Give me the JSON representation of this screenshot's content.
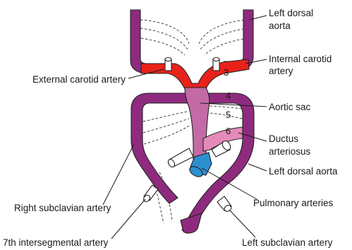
{
  "colors": {
    "dorsal_aorta": "#8e2b7e",
    "aortic_sac": "#c46aa6",
    "carotid": "#e8221b",
    "ductus": "#e58ab9",
    "pulmonary": "#2b8fcf",
    "stub": "#ffffff"
  },
  "arch_numbers": {
    "arch3": "3",
    "arch4": "4",
    "arch5": "5",
    "arch6": "6"
  },
  "labels": {
    "left_dorsal_aorta_top_line1": "Left dorsal",
    "left_dorsal_aorta_top_line2": "aorta",
    "internal_carotid_line1": "Internal carotid",
    "internal_carotid_line2": "artery",
    "external_carotid": "External carotid artery",
    "aortic_sac": "Aortic sac",
    "ductus_line1": "Ductus",
    "ductus_line2": "arteriosus",
    "left_dorsal_aorta": "Left dorsal aorta",
    "right_subclavian": "Right subclavian artery",
    "pulmonary_arteries": "Pulmonary arteries",
    "seventh_intersegmental": "7th intersegmental artery",
    "left_subclavian": "Left subclavian artery"
  }
}
